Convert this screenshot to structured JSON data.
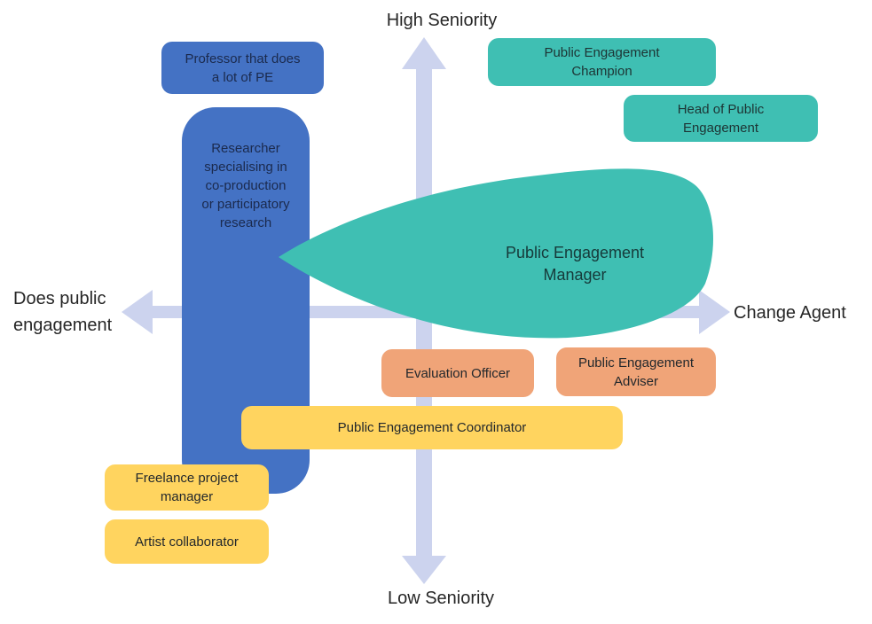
{
  "diagram": {
    "axes": {
      "top_label": "High Seniority",
      "bottom_label": "Low Seniority",
      "left_label": "Does public\nengagement",
      "right_label": "Change Agent",
      "arrow_color": "#CCD3EE",
      "label_color": "#262626"
    },
    "colors": {
      "blue": "#4472C4",
      "teal": "#3FBFB3",
      "orange": "#F0A478",
      "yellow": "#FFD45F"
    },
    "nodes": {
      "professor": {
        "label": "Professor that does\na lot of PE",
        "color": "#4472C4"
      },
      "researcher": {
        "label": "Researcher\nspecialising in\nco-production\nor participatory\nresearch",
        "color": "#4472C4"
      },
      "champion": {
        "label": "Public Engagement\nChampion",
        "color": "#3FBFB3"
      },
      "head_of_pe": {
        "label": "Head of Public\nEngagement",
        "color": "#3FBFB3"
      },
      "manager": {
        "label": "Public Engagement\nManager",
        "color": "#3FBFB3"
      },
      "evaluation_officer": {
        "label": "Evaluation Officer",
        "color": "#F0A478"
      },
      "adviser": {
        "label": "Public Engagement\nAdviser",
        "color": "#F0A478"
      },
      "coordinator": {
        "label": "Public Engagement Coordinator",
        "color": "#FFD45F"
      },
      "freelance": {
        "label": "Freelance project\nmanager",
        "color": "#FFD45F"
      },
      "artist": {
        "label": "Artist collaborator",
        "color": "#FFD45F"
      }
    }
  }
}
